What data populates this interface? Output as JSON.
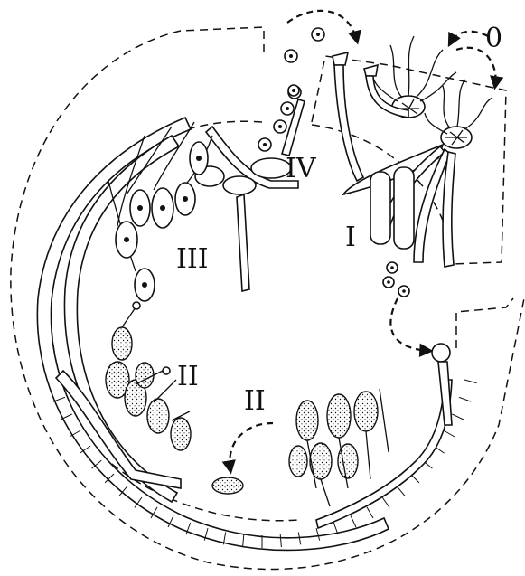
{
  "diagram": {
    "labels": {
      "stage_0": "0",
      "stage_1": "I",
      "stage_2_left": "II",
      "stage_2_bottom": "II",
      "stage_3": "III",
      "stage_4": "IV"
    },
    "colors": {
      "ink": "#111111",
      "background": "#ffffff"
    }
  }
}
